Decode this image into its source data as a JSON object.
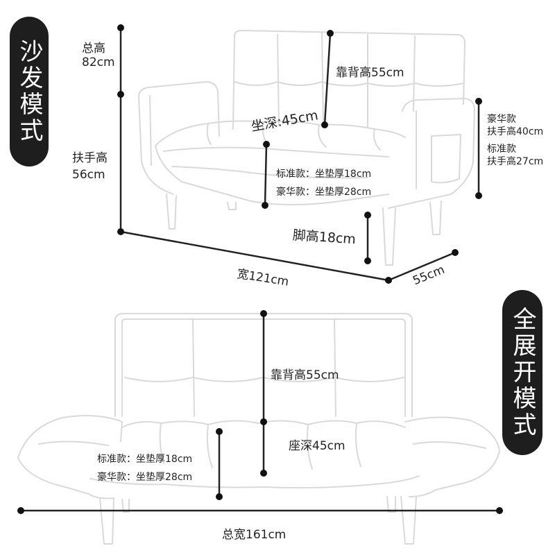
{
  "mode_labels": {
    "sofa": "沙发模式",
    "full": "全展开模式"
  },
  "sofa_mode": {
    "total_height": {
      "title": "总高",
      "value": "82cm"
    },
    "armrest_height": {
      "title": "扶手高",
      "value": "56cm"
    },
    "backrest_height": "靠背高55cm",
    "seat_depth": "坐深:45cm",
    "cushion_standard": "标准款：坐垫厚18cm",
    "cushion_deluxe": "豪华款：坐垫厚28cm",
    "leg_height": "脚高18cm",
    "width": "宽121cm",
    "depth": "55cm",
    "armrest_deluxe": {
      "title": "豪华款",
      "value": "扶手高40cm"
    },
    "armrest_standard": {
      "title": "标准款",
      "value": "扶手高27cm"
    }
  },
  "full_mode": {
    "backrest_height": "靠背高55cm",
    "seat_depth": "座深45cm",
    "cushion_standard": "标准款：坐垫厚18cm",
    "cushion_deluxe": "豪华款：坐垫厚28cm",
    "total_width": "总宽161cm"
  }
}
